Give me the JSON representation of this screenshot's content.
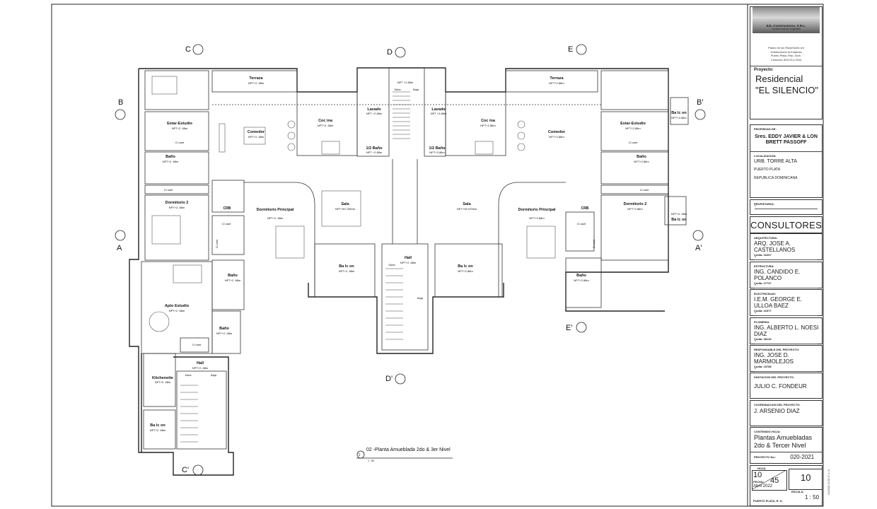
{
  "sheet": {
    "plan_caption": "02 -Planta Amueblada 2do & 3er Nivel",
    "plan_caption_number": "1",
    "plan_scale_note": "1 : 50",
    "vertical_timestamp": "4/4/2022 10:50:47 a. m."
  },
  "section_markers": {
    "C": "C",
    "D": "D",
    "E": "E",
    "B": "B",
    "B_prime": "B'",
    "A": "A",
    "A_prime": "A'",
    "E_prime": "E'",
    "D_prime": "D'",
    "C_prime": "C'"
  },
  "rooms": {
    "terraza_left": "Terraza",
    "terraza_left_npt": "NPT+2. 88m",
    "terraza_right": "Terraza",
    "terraza_right_npt": "NPT+2.88m",
    "estar_left": "Estar-Estudio",
    "estar_left_npt": "NPT+2. 88m",
    "estar_right": "Estar-Estudio",
    "estar_right_npt": "NPT+2.88m",
    "comedor_left": "Comedor",
    "comedor_left_npt": "NPT+2. 88m",
    "comedor_right": "Comedor",
    "comedor_right_npt": "NPT+2.88m",
    "cocina_left": "Coc ina",
    "cocina_left_npt": "NPT+2. 88m",
    "cocina_right": "Coc ina",
    "cocina_right_npt": "NPT+2.88m",
    "lavado_left": "Lavado",
    "lavado_left_npt": "NPT +2.88m",
    "lavado_right": "Lavado",
    "lavado_right_npt": "NPT +2.88m",
    "half_bath_left": "1/2 Baño",
    "half_bath_left_npt": "NPT +2.88m",
    "half_bath_right": "1/2 Baño",
    "half_bath_right_npt": "NPT+2.88m",
    "stair_top_npt": "NPT +2.88m",
    "sube": "Sube",
    "baja": "Baja",
    "bano_left1": "Baño",
    "bano_left1_npt": "NPT+2. 88m",
    "bano_right1": "Baño",
    "bano_right1_npt": "NPT+2.88m",
    "closet": "Cl oset",
    "dorm2_left": "Dormitorio 2",
    "dorm2_left_npt": "NPT+2. 88m",
    "dorm2_right": "Dormitorio 2",
    "dorm2_right_npt": "NPT+2.88m",
    "crb": "CRB",
    "dorm_ppal_left": "Dormitorio Principal",
    "dorm_ppal_left_npt": "NPT+2. 88m",
    "dorm_ppal_right": "Dormitorio Principal",
    "dorm_ppal_right_npt": "NPT+2.88m",
    "sala_left": "Sala",
    "sala_left_npt": "NPT+50.7060m",
    "sala_right": "Sala",
    "sala_right_npt": "NPT+05.0706m",
    "balcon_left": "Ba lc on",
    "balcon_left_npt": "NPT+2. 88m",
    "balcon_right": "Ba lc on",
    "balcon_right_npt": "NPT+2.88m",
    "hall_center": "Hall",
    "hall_center_npt": "NPT+2. 88m",
    "bano_left2": "Baño",
    "bano_left2_npt": "NPT+2. 88m",
    "bano_right2": "Baño",
    "bano_right2_npt": "NPT+2.88m",
    "balcon_b_right_top": "Ba lc on",
    "balcon_b_right_top_npt": "NPT+2.88m",
    "balcon_b_right_mid": "Ba lc on",
    "balcon_b_right_mid_npt": "NPT+2. 88m",
    "apto_estudio": "Apto Estudio",
    "apto_estudio_npt": "NPT+2. 88m",
    "bano_left3": "Baño",
    "bano_left3_npt": "NPT+2. 88m",
    "hall_left": "Hall",
    "hall_left_npt": "NPT+2. 88m",
    "kitchenette": "Kitchenette",
    "kitchenette_npt": "NPT+2. 88m",
    "balcon_bottom": "Ba lc on",
    "balcon_bottom_npt": "NPT+2. 88m",
    "cl_oset_vertical": "Cl oset"
  },
  "title_block": {
    "company": "EJL Constructores, S.R.L.",
    "company_sub": "Construcciones Originales",
    "address_lines": [
      "Paseo de los Ruiseñores s/n",
      "Urbanización la Estancia",
      "Puerto Plata, Rep. Dom.",
      "Contacto: 809-914-7844"
    ],
    "proyecto_label": "Proyecto:",
    "proyecto_name_1": "Residencial",
    "proyecto_name_2": "\"EL SILENCIO\"",
    "propiedad_label": "PROPIEDAD DE:",
    "propiedad_value": "Sres. EDDY JAVIER & LON BRETT PASSOFF",
    "localizacion_label": "LOCALIZACION:",
    "localizacion_lines": [
      "URB. TORRE ALTA",
      "PUERTO PLATA",
      "REPUBLICA DOMINICANA"
    ],
    "propietario_label": "PROPIETARI@:",
    "consultores": "CONSULTORES",
    "arquitectura_label": "ARQUITECTURA:",
    "arquitectura_value": "ARQ. JOSE A. CASTELLANOS",
    "arquitectura_code": "Codia: 16267",
    "estructura_label": "ESTRUCTURA:",
    "estructura_value": "ING. CANDIDO E. POLANCO",
    "estructura_code": "Codia: 27747",
    "electricidad_label": "ELECTRICIDAD:",
    "electricidad_value": "I.E.M. GEORGE E. ULLOA BAEZ",
    "electricidad_code": "Codia: 41977",
    "plomeria_label": "PLOMERIA:",
    "plomeria_value": "ING. ALBERTO L. NOESI DIAZ",
    "plomeria_code": "Codia: 38126",
    "responsable_label": "RESPONSABLE DEL PROYECTO:",
    "responsable_value": "ING. JOSE D. MARMOLEJOS",
    "responsable_code": "Codia: 15786",
    "digitacion_label": "DIGITACION DEL PROYECTO:",
    "digitacion_value": "JULIO C. FONDEUR",
    "coordinacion_label": "COORDINACION DEL PROYECTO:",
    "coordinacion_value": "J. ARSENIO DIAZ",
    "contenido_label": "CONTENIDO HOJA:",
    "contenido_value": "Plantas Amuebladas 2do & Tercer Nivel",
    "proyecto_no_label": "PROYECTO No.:",
    "proyecto_no_value": "020-2021",
    "hoja_label": "HOJA:",
    "hoja_num": "10",
    "hoja_total": "45",
    "hoja_big": "10",
    "fecha_label": "FECHA:",
    "fecha_value": "Abril 2022",
    "escala_label": "ESCALA:",
    "escala_value": "1 : 50",
    "lugar": "PUERTO PLATA, R. D."
  }
}
